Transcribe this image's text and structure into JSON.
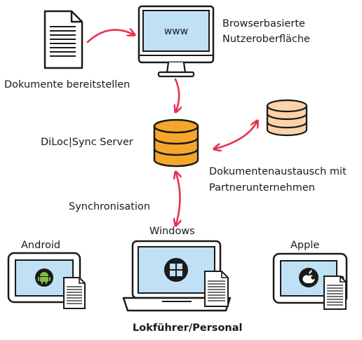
{
  "browser": {
    "url_text": "www",
    "label_line1": "Browserbasierte",
    "label_line2": "Nutzeroberfläche"
  },
  "documents": {
    "label": "Dokumente bereitstellen"
  },
  "server": {
    "label": "DiLoc|Sync Server"
  },
  "exchange": {
    "label_line1": "Dokumentenaustausch mit",
    "label_line2": "Partnerunternehmen"
  },
  "sync": {
    "label": "Synchronisation"
  },
  "devices": {
    "android_label": "Android",
    "windows_label": "Windows",
    "apple_label": "Apple"
  },
  "footer": {
    "label": "Lokführer/Personal"
  },
  "colors": {
    "arrow": "#e8314f",
    "screen": "#bfe0f5",
    "server_orange": "#f6a72b",
    "partner_peach": "#fbd3a6",
    "outline": "#1a1a1a"
  }
}
